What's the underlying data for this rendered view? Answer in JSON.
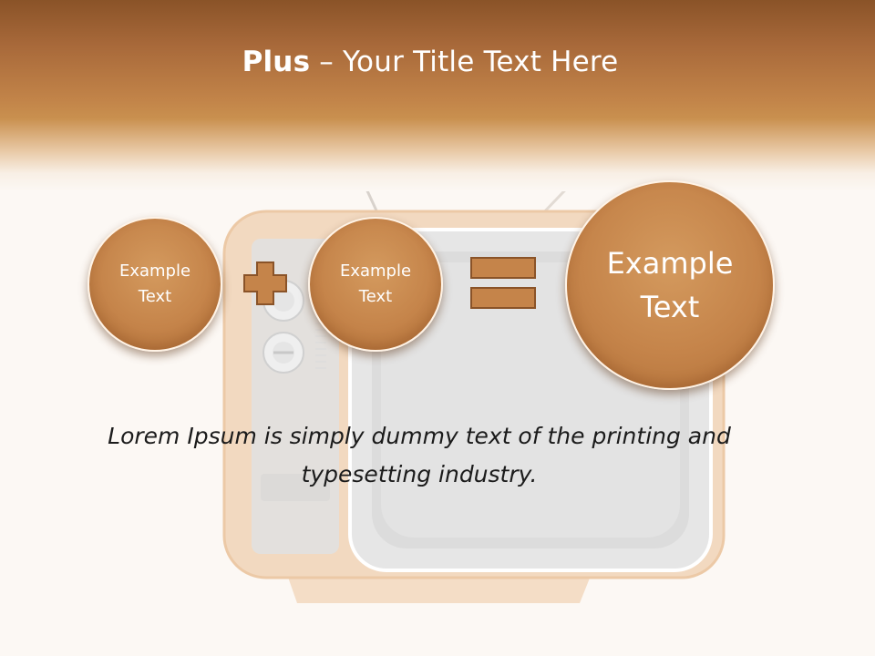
{
  "slide": {
    "title_bold": "Plus",
    "title_rest": " – Your Title Text Here",
    "circles": [
      {
        "text": "Example\nText"
      },
      {
        "text": "Example\nText"
      },
      {
        "text": "Example\nText"
      }
    ],
    "body_text": "Lorem Ipsum is simply dummy text of the printing and typesetting industry."
  },
  "colors": {
    "header": "#c28449",
    "circle_fill": "#c5844a",
    "operator_fill": "#c5844a",
    "background": "#fcf8f4"
  },
  "icons": {
    "plus": "plus-icon",
    "equals": "equals-icon"
  }
}
